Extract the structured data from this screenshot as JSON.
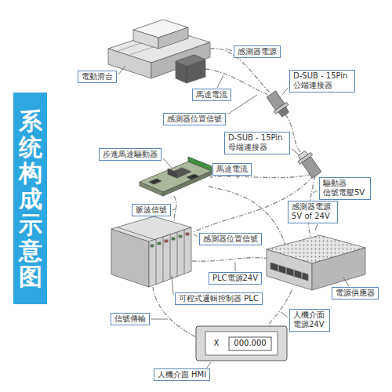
{
  "diagram": {
    "title": "系统构成示意图",
    "nodes": [
      {
        "text": [
          "感測器電源"
        ]
      },
      {
        "text": [
          "電動滑台"
        ]
      },
      {
        "text": [
          "D-SUB - 15Pin 公端連接器"
        ]
      },
      {
        "text": [
          "馬達電流"
        ]
      },
      {
        "text": [
          "感測器位置信號"
        ]
      },
      {
        "text": [
          "D-SUB - 15Pin 母端連接器"
        ]
      },
      {
        "text": [
          "步進馬達驅動器"
        ]
      },
      {
        "text": [
          "馬達電流"
        ]
      },
      {
        "text": [
          "驅動器 信號電壓5V"
        ]
      },
      {
        "text": [
          "脈波信號"
        ]
      },
      {
        "text": [
          "感測器電源 5V of 24V"
        ]
      },
      {
        "text": [
          "感測器位置信號"
        ]
      },
      {
        "text": [
          "PLC電源24V"
        ]
      },
      {
        "text": [
          "電源供應器"
        ]
      },
      {
        "text": [
          "可程式邏輯控制器 PLC"
        ]
      },
      {
        "text": [
          "信號傳輸"
        ]
      },
      {
        "text": [
          "人機介面 電源24V"
        ]
      },
      {
        "text": [
          "人機介面 HMI"
        ]
      }
    ],
    "labels": [
      "X",
      "000.000"
    ]
  }
}
